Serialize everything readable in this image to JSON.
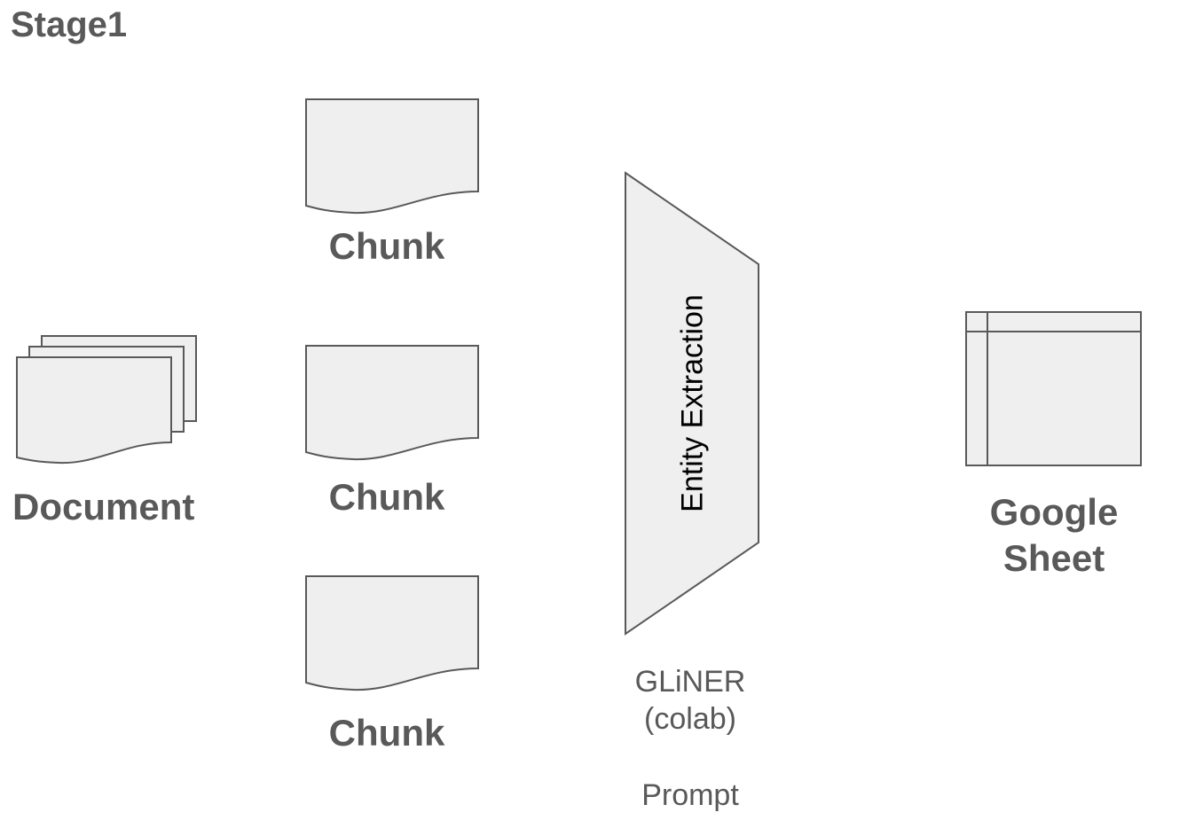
{
  "diagram": {
    "title": "Stage1",
    "document_label": "Document",
    "chunks": [
      {
        "label": "Chunk"
      },
      {
        "label": "Chunk"
      },
      {
        "label": "Chunk"
      }
    ],
    "extraction_label": "Entity Extraction",
    "tool_name": "GLiNER",
    "tool_env": "(colab)",
    "prompt_label": "Prompt",
    "output_line1": "Google",
    "output_line2": "Sheet"
  },
  "colors": {
    "shape_fill": "#efefef",
    "shape_stroke": "#595959",
    "label_text": "#595959",
    "extraction_text": "#000000"
  }
}
